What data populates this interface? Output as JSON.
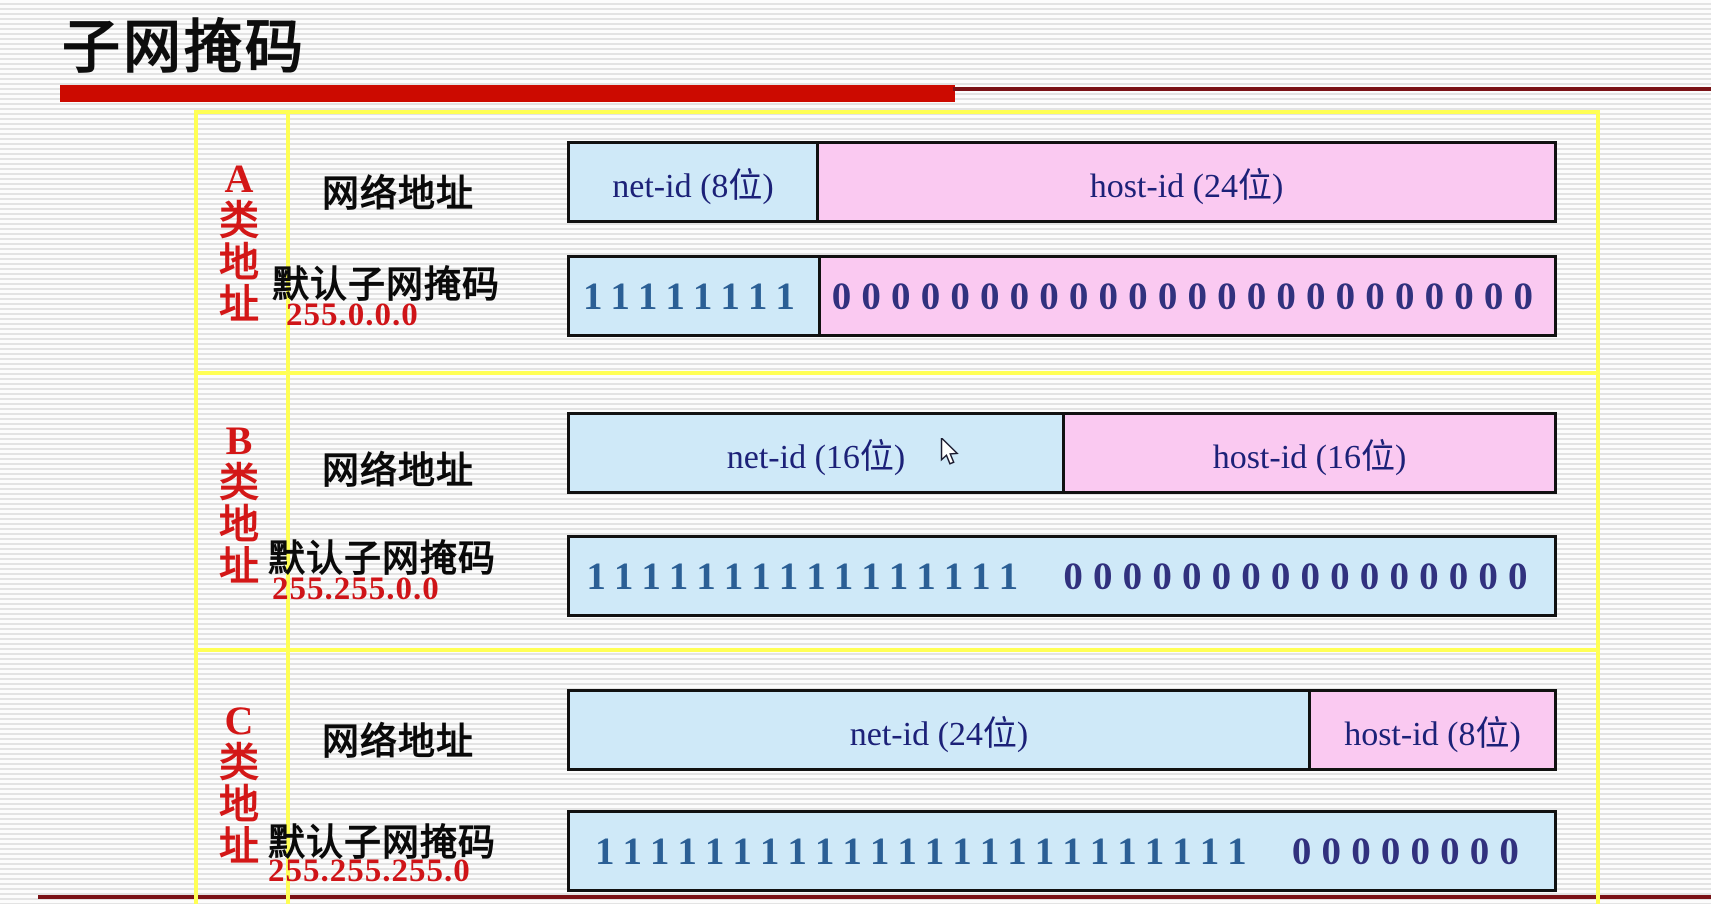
{
  "title": "子网掩码",
  "sections": [
    {
      "class_label": "A类地址",
      "network_row_label": "网络地址",
      "net_id_label": "net-id (8位)",
      "host_id_label": "host-id (24位)",
      "net_bits": 8,
      "host_bits": 24,
      "mask_row_label": "默认子网掩码",
      "mask_value": "255.0.0.0",
      "mask_ones": "11111111",
      "mask_zeros": "000000000000000000000000"
    },
    {
      "class_label": "B类地址",
      "network_row_label": "网络地址",
      "net_id_label": "net-id (16位)",
      "host_id_label": "host-id (16位)",
      "net_bits": 16,
      "host_bits": 16,
      "mask_row_label": "默认子网掩码",
      "mask_value": "255.255.0.0",
      "mask_ones": "1111111111111111",
      "mask_zeros": "0000000000000000"
    },
    {
      "class_label": "C类地址",
      "network_row_label": "网络地址",
      "net_id_label": "net-id (24位)",
      "host_id_label": "host-id (8位)",
      "net_bits": 24,
      "host_bits": 8,
      "mask_row_label": "默认子网掩码",
      "mask_value": "255.255.255.0",
      "mask_ones": "111111111111111111111111",
      "mask_zeros": "00000000"
    }
  ],
  "colors": {
    "title_bar_red": "#cc0a00",
    "divider_maroon": "#7a1216",
    "frame_yellow": "#ffff55",
    "net_id_fill": "#cfe9f8",
    "host_id_fill": "#fac9f1",
    "class_label_red": "#d31717",
    "mask_value_red": "#cf1418",
    "binary_ones_blue": "#2b5f95",
    "binary_zeros_navy": "#31317e",
    "box_text_navy": "#1c2178"
  }
}
